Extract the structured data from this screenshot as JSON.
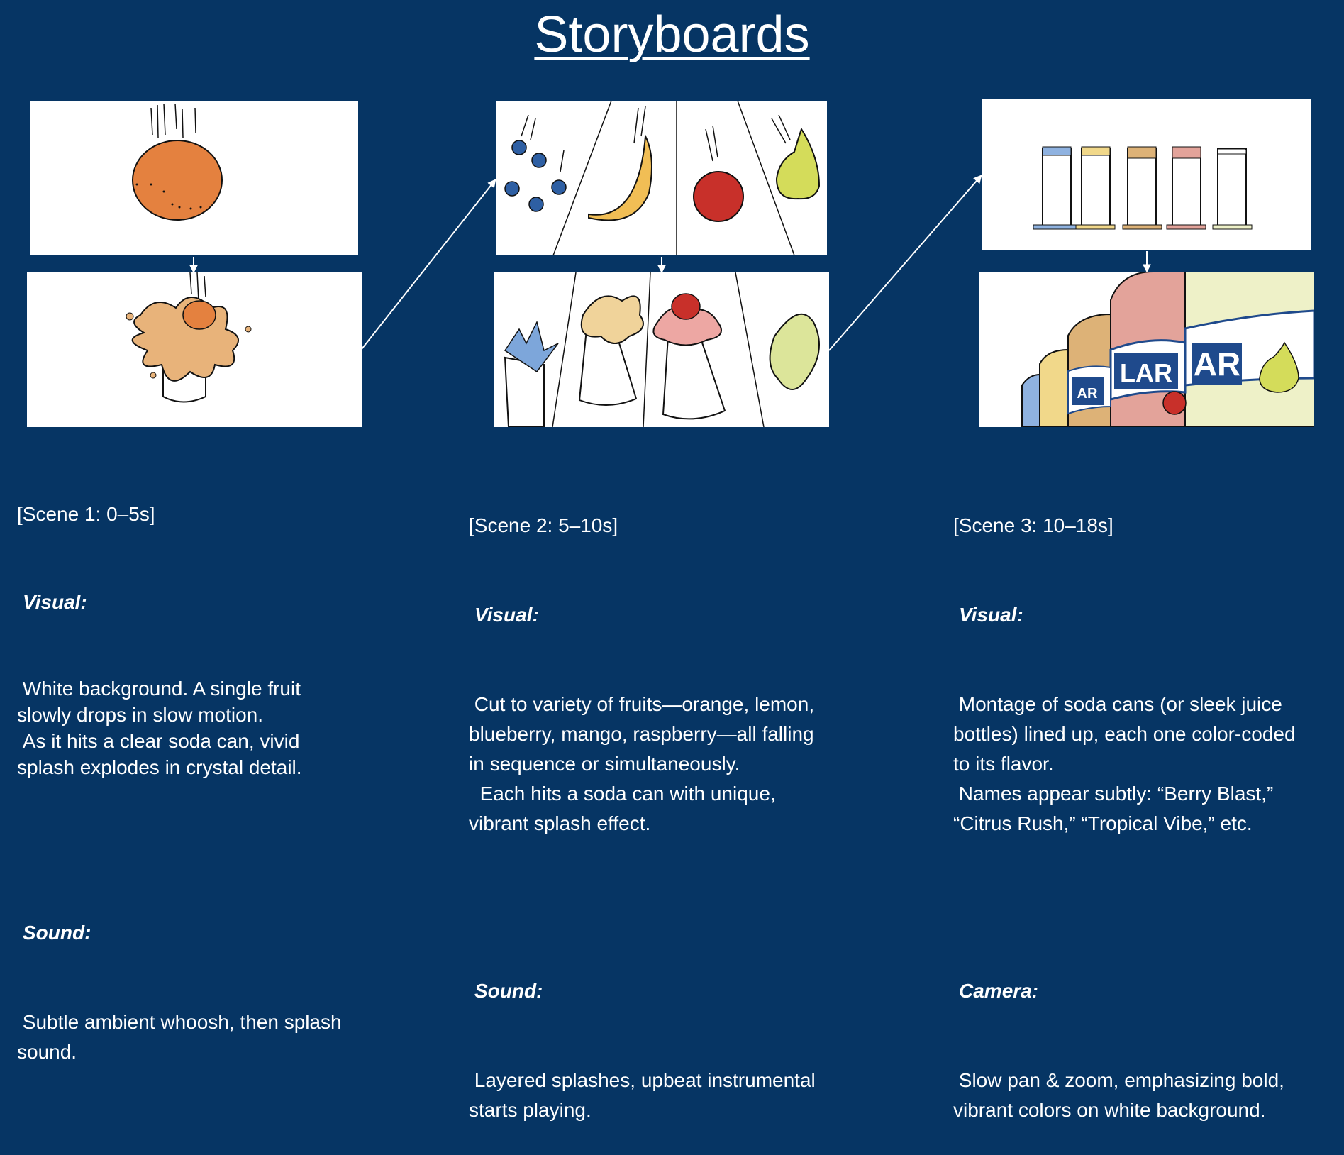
{
  "title": "Storyboards",
  "scenes": [
    {
      "heading": "[Scene 1: 0–5s]",
      "visual_label": "Visual:",
      "visual_text": " White background. A single fruit\nslowly drops in slow motion.\n As it hits a clear soda can, vivid\nsplash explodes in crystal detail.",
      "sound_label": "Sound:",
      "sound_text": " Subtle ambient whoosh, then splash\nsound."
    },
    {
      "heading": "[Scene 2: 5–10s]",
      "visual_label": "Visual:",
      "visual_text": " Cut to variety of fruits—orange, lemon,\nblueberry, mango, raspberry—all falling\nin sequence or simultaneously.\n  Each hits a soda can with unique,\nvibrant splash effect.",
      "sound_label": "Sound:",
      "sound_text": " Layered splashes, upbeat instrumental\nstarts playing."
    },
    {
      "heading": "[Scene 3: 10–18s]",
      "visual_label": "Visual:",
      "visual_text": " Montage of soda cans (or sleek juice\nbottles) lined up, each one color-coded\nto its flavor.\n Names appear subtly: “Berry Blast,”\n“Citrus Rush,” “Tropical Vibe,” etc.",
      "camera_label": "Camera:",
      "camera_text": " Slow pan & zoom, emphasizing bold,\nvibrant colors on white background."
    }
  ],
  "can_label": "LAR",
  "can_label_short": "AR",
  "colors": {
    "background": "#063564",
    "orange": "#E4813F",
    "banana": "#F1BE55",
    "apple": "#C8302A",
    "pear": "#D4DC5A",
    "blueberry": "#2E5FA3",
    "can_blue": "#1F4A8C",
    "can_pink": "#E3A39A",
    "can_tan": "#DDB277",
    "can_cream": "#EEF1C8"
  }
}
